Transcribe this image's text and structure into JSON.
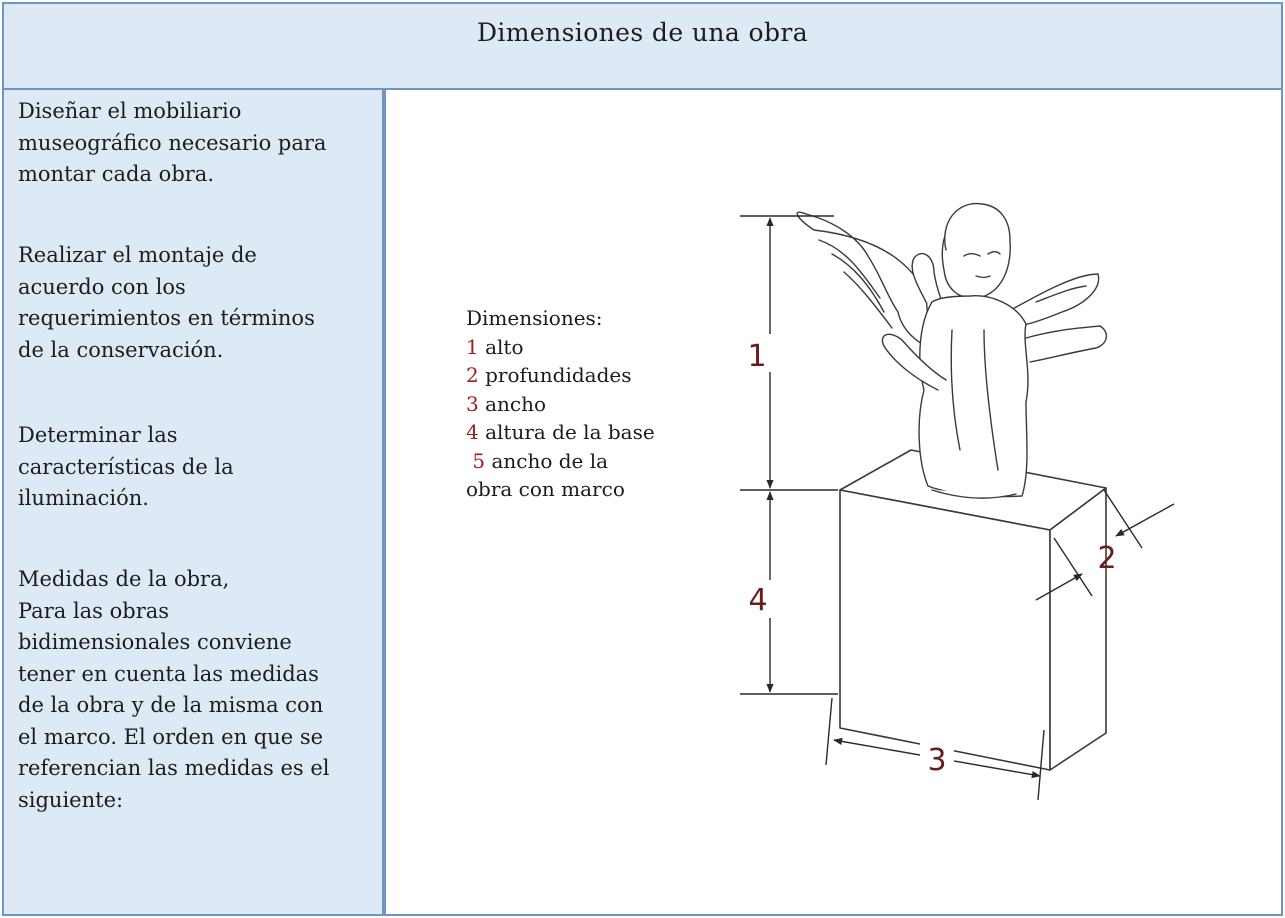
{
  "header": {
    "title": "Dimensiones de una obra"
  },
  "sidebar": {
    "paragraphs": [
      [
        "Diseñar el mobiliario",
        "museográfico necesario para",
        "montar cada obra."
      ],
      [
        "Realizar el montaje de",
        "acuerdo con los",
        "requerimientos en términos",
        "de la conservación."
      ],
      [
        "Determinar las",
        "características de la",
        "iluminación."
      ],
      [
        "Medidas de la obra,",
        "Para las obras",
        "bidimensionales conviene",
        "tener en cuenta las medidas",
        "de la obra y de la misma con",
        "el marco. El orden en que se",
        "referencian las medidas es el",
        "siguiente:"
      ]
    ]
  },
  "legend": {
    "heading": "Dimensiones:",
    "items": [
      {
        "num": "1",
        "label": " alto"
      },
      {
        "num": "2",
        "label": " profundidades"
      },
      {
        "num": "3",
        "label": " ancho"
      },
      {
        "num": "4",
        "label": " altura de la base"
      },
      {
        "num": " 5",
        "label": " ancho de la"
      }
    ],
    "continuation": "obra con marco"
  },
  "diagram": {
    "labels": {
      "one": "1",
      "two": "2",
      "three": "3",
      "four": "4"
    },
    "line_color": "#2a2a2a",
    "label_color": "#6b1b1b"
  }
}
